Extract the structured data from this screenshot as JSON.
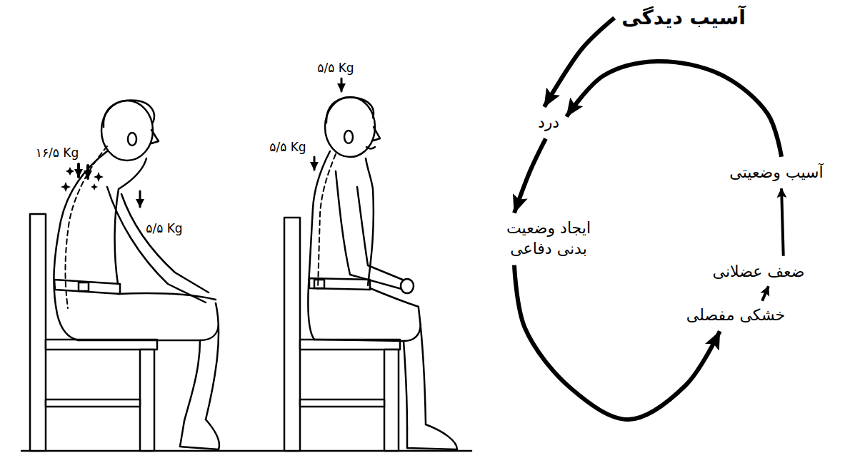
{
  "diagram": {
    "nodes": [
      {
        "text": [
          "آسیب دیدگی"
        ]
      },
      {
        "text": [
          "درد"
        ]
      },
      {
        "text": [
          "آسیب وضعیتی"
        ]
      },
      {
        "text": [
          "ایجاد وضعیت بدنی دفاعی"
        ]
      },
      {
        "text": [
          "ضعف عضلانی"
        ]
      },
      {
        "text": [
          "خشکی مفصلی"
        ]
      }
    ],
    "edges": [
      {
        "from": 0,
        "to": 1,
        "arrow": "to"
      },
      {
        "from": 2,
        "to": 1,
        "arrow": "to"
      },
      {
        "from": 1,
        "to": 3,
        "arrow": "to"
      },
      {
        "from": 3,
        "to": 5,
        "arrow": "to"
      },
      {
        "from": 5,
        "to": 4,
        "arrow": "to"
      },
      {
        "from": 4,
        "to": 2,
        "arrow": "to"
      }
    ],
    "labels": [
      "۱۶/۵ Kg",
      "۵/۵ Kg",
      "۵/۵ Kg",
      "۵/۵ Kg"
    ]
  }
}
